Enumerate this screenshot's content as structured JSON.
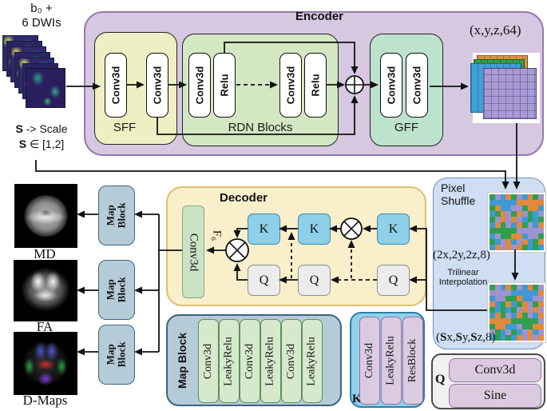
{
  "input": {
    "b0_line": "b₀ +",
    "dwi_line": "6 DWIs",
    "s": "S",
    "scale_rest": " -> Scale",
    "range_rest": " ∈ [1,2]"
  },
  "encoder": {
    "title": "Encoder",
    "sff": {
      "label": "SFF",
      "conv1": "Conv3d",
      "conv2": "Conv3d"
    },
    "rdn": {
      "label": "RDN Blocks",
      "conv1": "Conv3d",
      "relu1": "Relu",
      "conv2": "Conv3d",
      "relu2": "Relu"
    },
    "gff": {
      "label": "GFF",
      "conv1": "Conv3d",
      "conv2": "Conv3d"
    },
    "output_shape": "(x,y,z,64)"
  },
  "pixel_shuffle": {
    "title_line1": "Pixel",
    "title_line2": "Shuffle",
    "shape_after_shuffle": "(2x,2y,2z,8)",
    "trilinear_line1": "Trilinear",
    "trilinear_line2": "Interpolation",
    "out_open": "(",
    "out_s": "S",
    "out_x": "x,",
    "out_y": "y,",
    "out_z": "z,8)"
  },
  "decoder": {
    "title": "Decoder",
    "conv": "Conv3d",
    "f6": "F₆",
    "k": "K",
    "q": "Q"
  },
  "outputs": {
    "md": "MD",
    "fa": "FA",
    "dmaps": "D-Maps",
    "map_line1": "Map",
    "map_line2": "Block"
  },
  "legends": {
    "map_block": {
      "title": "Map Block",
      "layers": [
        "Conv3d",
        "LeakyRelu",
        "Conv3d",
        "LeakyRelu",
        "Conv3d",
        "LeakyRelu"
      ]
    },
    "k_block": {
      "key": "K",
      "layers": [
        "Conv3d",
        "LeakyRelu",
        "ResBlock"
      ]
    },
    "q_block": {
      "key": "Q",
      "layers": [
        "Conv3d",
        "Sine"
      ]
    }
  },
  "colors": {
    "encoder_fill": "#d6c8e0",
    "encoder_border": "#9878b0",
    "sff_fill": "#eef0c4",
    "rdn_fill": "#d3e7c3",
    "gff_fill": "#bde2cd",
    "pixel_fill": "#cfdef2",
    "pixel_border": "#6b8fbe",
    "decoder_fill": "#f9efcb",
    "decoder_border": "#ddc06e",
    "k_fill": "#8ed0e8",
    "q_fill": "#ececec",
    "map_fill": "#b5cbd8",
    "map_border": "#3d647d",
    "legend_purple_fill": "#dccbe0",
    "legend_purple_border": "#9570a8",
    "sheet_orange": "#e2923f",
    "sheet_green": "#2f9e4a",
    "sheet_blue": "#3f9fd8",
    "sheet_purple": "#a79bd4",
    "grid_palette": [
      "#2f9e4f",
      "#e2893b",
      "#3f99d4",
      "#9f93cc"
    ]
  }
}
